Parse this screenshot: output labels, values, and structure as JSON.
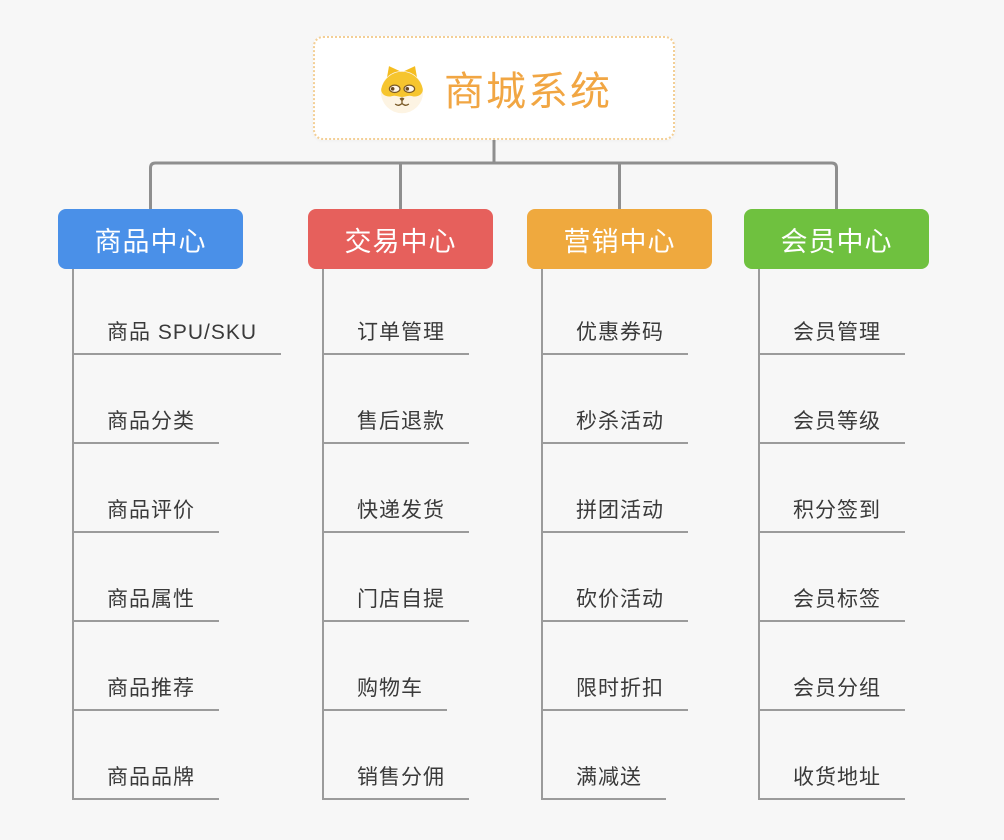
{
  "app": {
    "background_color": "#f7f7f7",
    "connector_color": "#8f8f8f",
    "branch_line_color": "#9b9b9b",
    "item_text_color": "#3a3a3a"
  },
  "root": {
    "title": "商城系统",
    "title_color": "#f1a643",
    "border_color": "#f3cf96",
    "icon": "dog-face-icon"
  },
  "branches": [
    {
      "id": "product-center",
      "label": "商品中心",
      "color": "#4a90e8",
      "items": [
        "商品 SPU/SKU",
        "商品分类",
        "商品评价",
        "商品属性",
        "商品推荐",
        "商品品牌"
      ]
    },
    {
      "id": "trade-center",
      "label": "交易中心",
      "color": "#e6605c",
      "items": [
        "订单管理",
        "售后退款",
        "快递发货",
        "门店自提",
        "购物车",
        "销售分佣"
      ]
    },
    {
      "id": "marketing-center",
      "label": "营销中心",
      "color": "#efa93e",
      "items": [
        "优惠券码",
        "秒杀活动",
        "拼团活动",
        "砍价活动",
        "限时折扣",
        "满减送"
      ]
    },
    {
      "id": "member-center",
      "label": "会员中心",
      "color": "#6fc13f",
      "items": [
        "会员管理",
        "会员等级",
        "积分签到",
        "会员标签",
        "会员分组",
        "收货地址"
      ]
    }
  ]
}
